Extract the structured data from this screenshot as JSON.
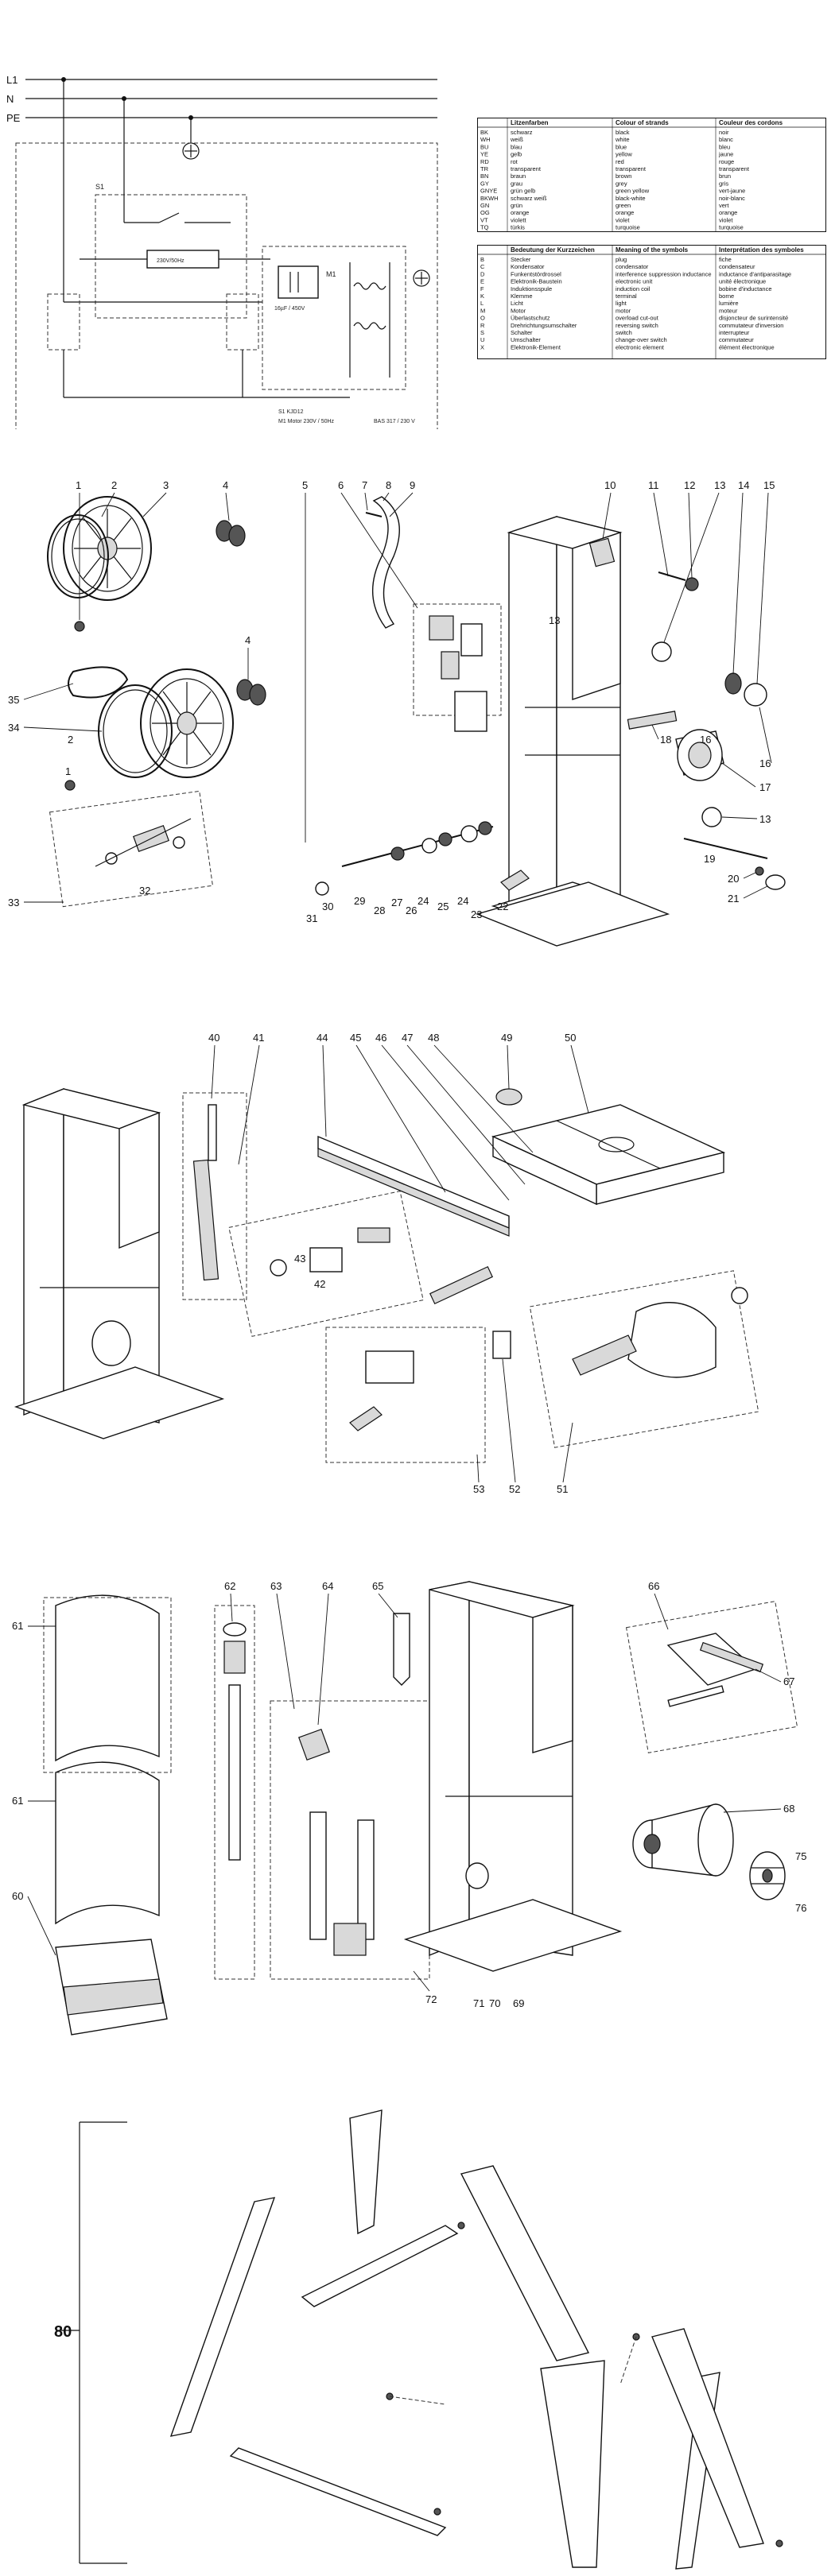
{
  "wiring": {
    "lines": [
      "L1",
      "N",
      "PE"
    ],
    "s1_label": "S1",
    "m1_label": "M1",
    "heater_label": "230V/50Hz",
    "cap_label": "16µF / 450V",
    "legend_lines": [
      "S1    KJD12",
      "M1    Motor 230V / 50Hz",
      "BAS 317 / 230 V"
    ]
  },
  "colour_table": {
    "headers": [
      "",
      "Litzenfarben",
      "Colour of strands",
      "Couleur des cordons"
    ],
    "rows": [
      [
        "BK",
        "schwarz",
        "black",
        "noir"
      ],
      [
        "WH",
        "weiß",
        "white",
        "blanc"
      ],
      [
        "BU",
        "blau",
        "blue",
        "bleu"
      ],
      [
        "YE",
        "gelb",
        "yellow",
        "jaune"
      ],
      [
        "RD",
        "rot",
        "red",
        "rouge"
      ],
      [
        "TR",
        "transparent",
        "transparent",
        "transparent"
      ],
      [
        "BN",
        "braun",
        "brown",
        "brun"
      ],
      [
        "GY",
        "grau",
        "grey",
        "gris"
      ],
      [
        "GNYE",
        "grün gelb",
        "green yellow",
        "vert-jaune"
      ],
      [
        "BKWH",
        "schwarz weiß",
        "black-white",
        "noir-blanc"
      ],
      [
        "GN",
        "grün",
        "green",
        "vert"
      ],
      [
        "OG",
        "orange",
        "orange",
        "orange"
      ],
      [
        "VT",
        "violett",
        "violet",
        "violet"
      ],
      [
        "TQ",
        "türkis",
        "turquoise",
        "turquoise"
      ]
    ]
  },
  "symbol_table": {
    "headers": [
      "",
      "Bedeutung der Kurzzeichen",
      "Meaning of the symbols",
      "Interprétation des symboles"
    ],
    "rows": [
      [
        "B",
        "Stecker",
        "plug",
        "fiche"
      ],
      [
        "C",
        "Kondensator",
        "condensator",
        "condensateur"
      ],
      [
        "D",
        "Funkentstördrossel",
        "interference suppression inductance",
        "inductance d'antiparasitage"
      ],
      [
        "E",
        "Elektronik-Baustein",
        "electronic unit",
        "unité électronique"
      ],
      [
        "F",
        "Induktionsspule",
        "induction coil",
        "bobine d'inductance"
      ],
      [
        "K",
        "Klemme",
        "terminal",
        "borne"
      ],
      [
        "L",
        "Licht",
        "light",
        "lumière"
      ],
      [
        "M",
        "Motor",
        "motor",
        "moteur"
      ],
      [
        "O",
        "Überlastschutz",
        "overload cut-out",
        "disjoncteur de surintensité"
      ],
      [
        "R",
        "Drehrichtungsumschalter",
        "reversing switch",
        "commutateur d'inversion"
      ],
      [
        "S",
        "Schalter",
        "switch",
        "interrupteur"
      ],
      [
        "U",
        "Umschalter",
        "change-over switch",
        "commutateur"
      ],
      [
        "X",
        "Elektronik-Element",
        "electronic element",
        "élément électronique"
      ]
    ]
  },
  "section1_labels": {
    "n1": "1",
    "n2": "2",
    "n3": "3",
    "n4": "4",
    "n5": "5",
    "n6": "6",
    "n7": "7",
    "n8": "8",
    "n9": "9",
    "n10": "10",
    "n11": "11",
    "n12": "12",
    "n13": "13",
    "n14": "14",
    "n15": "15",
    "n16": "16",
    "n17": "17",
    "n18": "18",
    "n19": "19",
    "n20": "20",
    "n21": "21",
    "n22": "22",
    "n23": "23",
    "n24": "24",
    "n25": "25",
    "n26": "26",
    "n27": "27",
    "n28": "28",
    "n29": "29",
    "n30": "30",
    "n31": "31",
    "n32": "32",
    "n33": "33",
    "n34": "34",
    "n35": "35"
  },
  "section2_labels": {
    "n40": "40",
    "n41": "41",
    "n42": "42",
    "n43": "43",
    "n44": "44",
    "n45": "45",
    "n46": "46",
    "n47": "47",
    "n48": "48",
    "n49": "49",
    "n50": "50",
    "n51": "51",
    "n52": "52",
    "n53": "53"
  },
  "section3_labels": {
    "n60": "60",
    "n61": "61",
    "n62": "62",
    "n63": "63",
    "n64": "64",
    "n65": "65",
    "n66": "66",
    "n67": "67",
    "n68": "68",
    "n69": "69",
    "n70": "70",
    "n71": "71",
    "n72": "72",
    "n75": "75",
    "n76": "76"
  },
  "section4_labels": {
    "n80": "80"
  }
}
